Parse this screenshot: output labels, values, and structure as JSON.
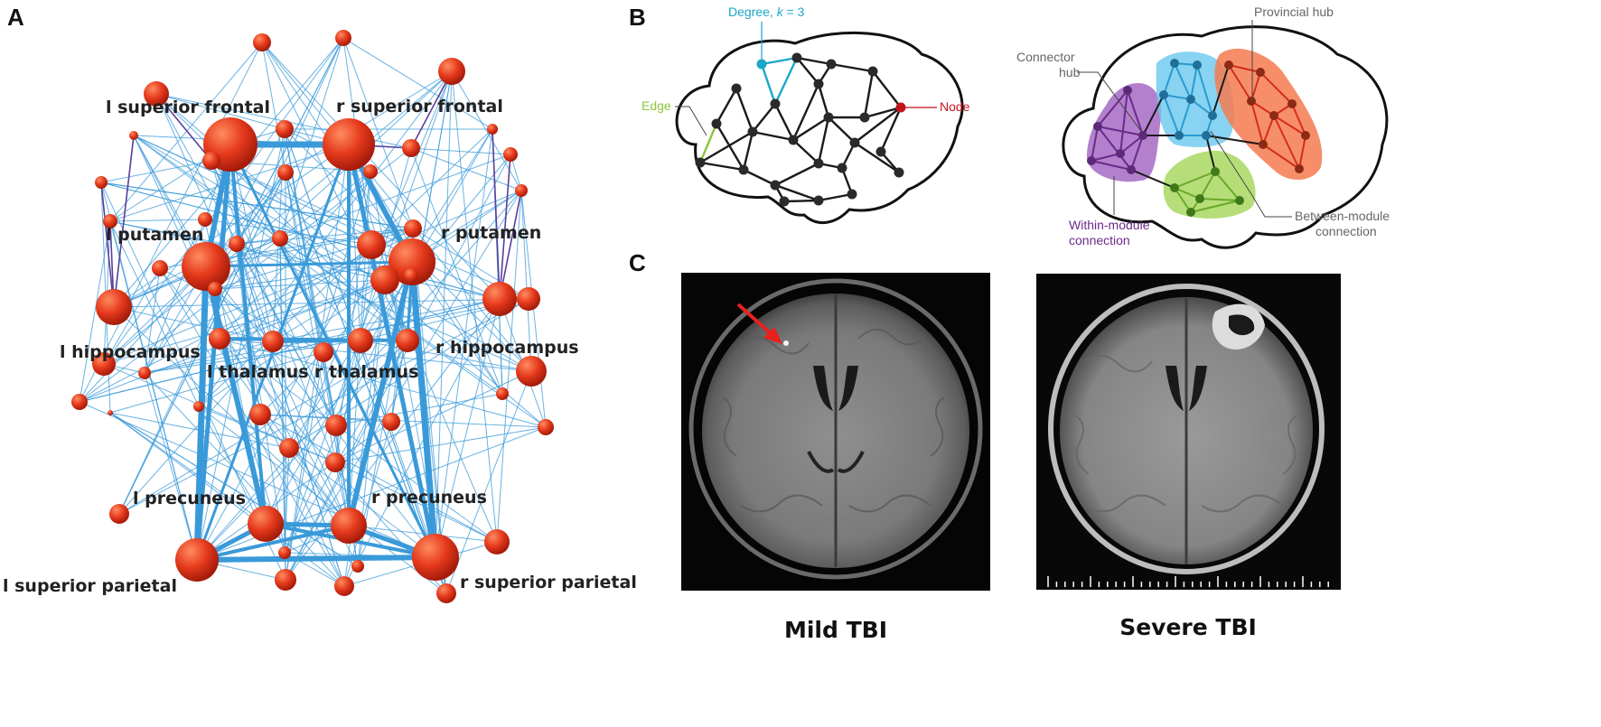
{
  "panels": {
    "a": "A",
    "b": "B",
    "c": "C"
  },
  "panel_a": {
    "labels": {
      "l_superior_frontal": "l superior frontal",
      "r_superior_frontal": "r superior frontal",
      "l_putamen": "l putamen",
      "r_putamen": "r putamen",
      "l_hippocampus": "l hippocampus",
      "r_hippocampus": "r hippocampus",
      "l_thalamus": "l thalamus",
      "r_thalamus": "r thalamus",
      "l_precuneus": "l precuneus",
      "r_precuneus": "r precuneus",
      "l_superior_parietal": "l superior parietal",
      "r_superior_parietal": "r superior parietal"
    }
  },
  "panel_b": {
    "degree_prefix": "Degree, ",
    "degree_k": "k",
    "degree_suffix": " = 3",
    "edge": "Edge",
    "node": "Node",
    "provincial_hub": "Provincial hub",
    "connector_hub_line1": "Connector",
    "connector_hub_line2": "hub",
    "within_module_line1": "Within-module",
    "within_module_line2": "connection",
    "between_module_line1": "Between-module",
    "between_module_line2": "connection"
  },
  "panel_c": {
    "mild_caption": "Mild TBI",
    "severe_caption": "Severe TBI"
  },
  "colors": {
    "node_red": "#e5391c",
    "edge_blue": "#3a9ad9",
    "edge_purple": "#5a3f9a",
    "degree_cyan": "#1aa7c8",
    "edge_green": "#8cc63f",
    "node_dark_red": "#c0141c",
    "module_purple": "#a060c0",
    "module_blue": "#69c8ee",
    "module_orange": "#f47a50",
    "module_green": "#a8d860",
    "arrow_red": "#e8201e"
  },
  "icons": {
    "mri_arrow": "red-arrow-icon"
  }
}
